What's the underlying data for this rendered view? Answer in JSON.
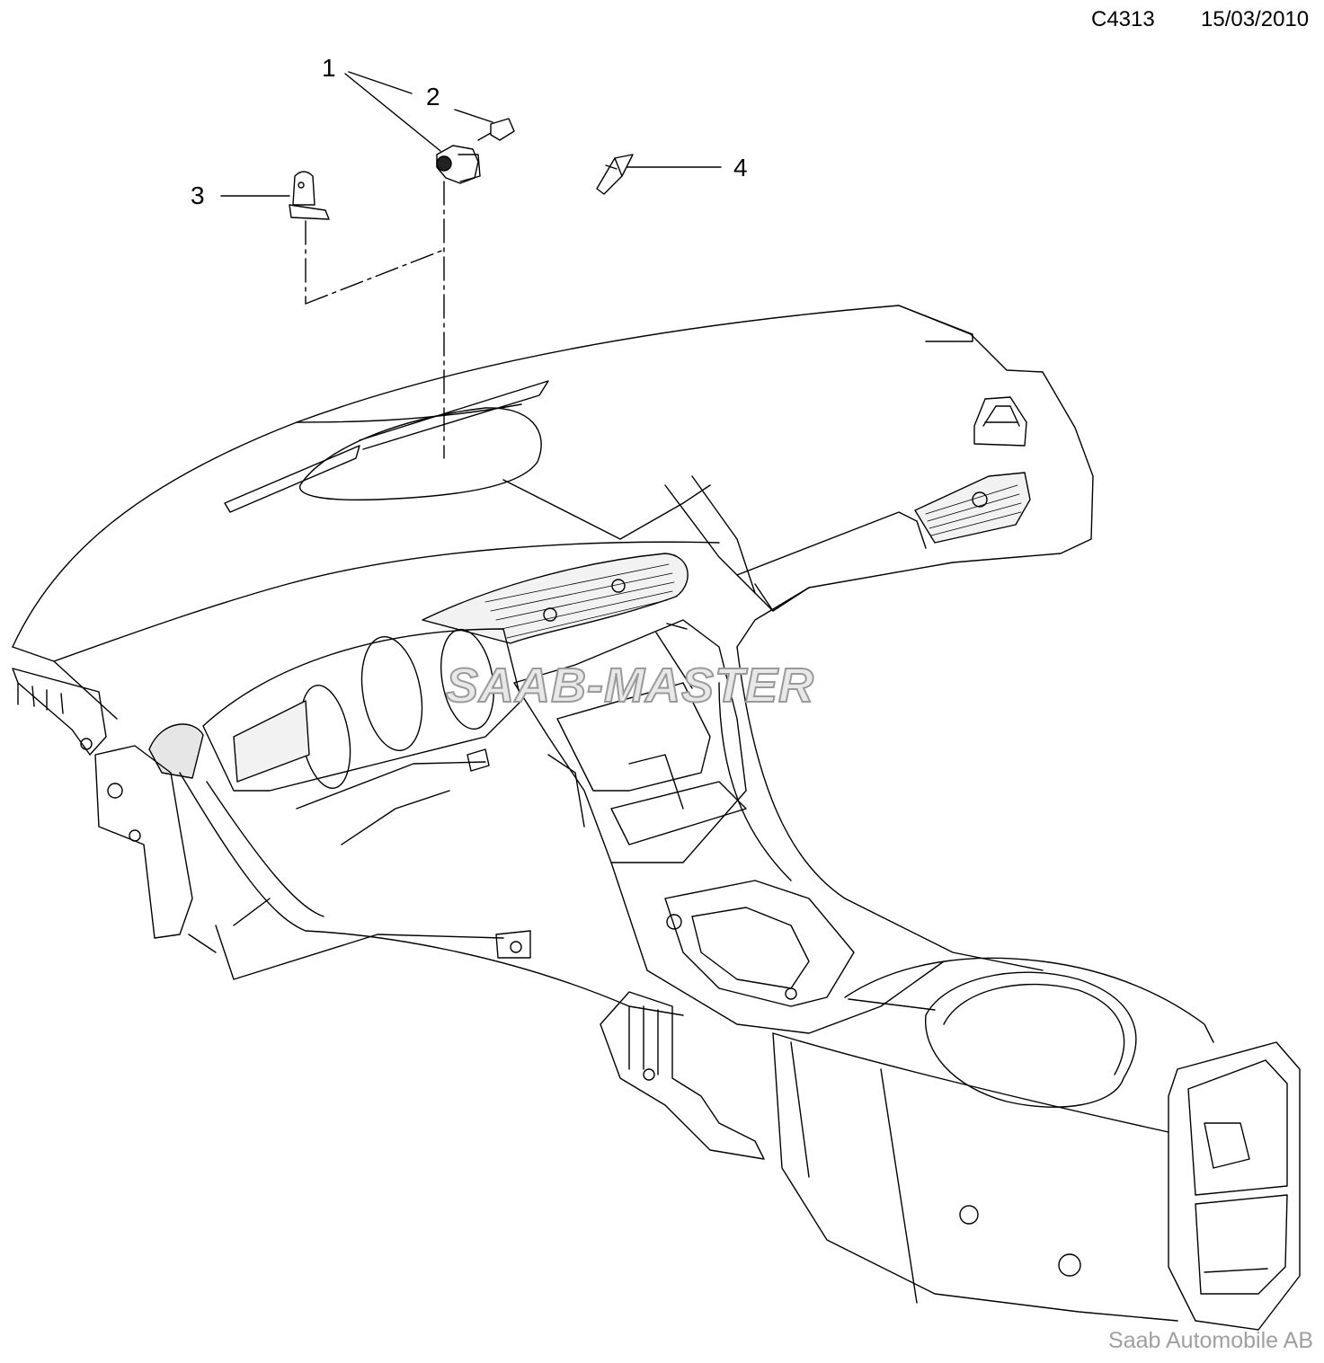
{
  "header": {
    "diagram_code": "C4313",
    "date": "15/03/2010"
  },
  "callouts": {
    "c1": "1",
    "c2": "2",
    "c3": "3",
    "c4": "4"
  },
  "watermark": "SAAB-MASTER",
  "footer": {
    "copyright": "Saab Automobile AB"
  },
  "colors": {
    "line": "#000000",
    "watermark_fill": "#e8e8e8",
    "watermark_outline": "#9a9a9a",
    "footer_text": "#a0a0a0"
  }
}
